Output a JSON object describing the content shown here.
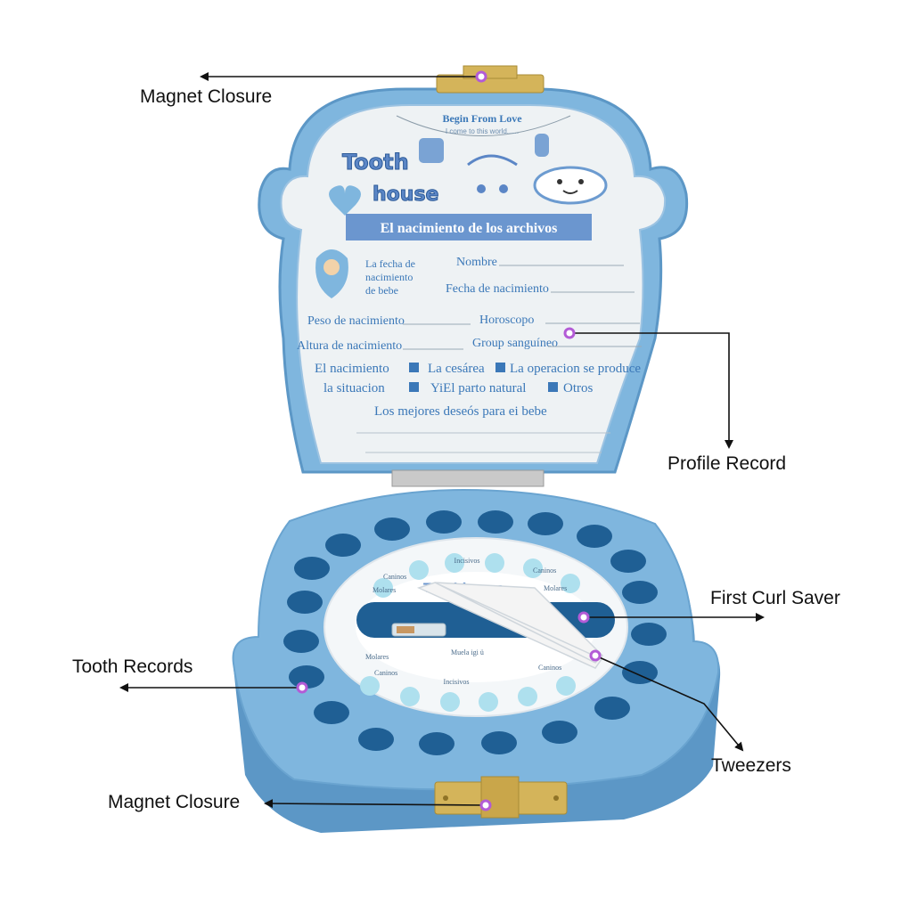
{
  "callouts": {
    "magnet_top": "Magnet Closure",
    "profile_record": "Profile Record",
    "first_curl_saver": "First Curl Saver",
    "tooth_records": "Tooth Records",
    "tweezers": "Tweezers",
    "magnet_bottom": "Magnet Closure"
  },
  "lid_card": {
    "banner_top": "Begin From Love",
    "banner_sub": "I come to this world......",
    "logo_line1": "Tooth",
    "logo_line2": "house",
    "title": "El nacimiento de los archivos",
    "baby_label_1": "La fecha de",
    "baby_label_2": "nacimiento",
    "baby_label_3": "de bebe",
    "nombre": "Nombre",
    "fecha": "Fecha de nacimiento",
    "peso": "Peso de nacimiento",
    "horoscopo": "Horoscopo",
    "altura": "Altura de nacimiento",
    "group": "Group sanguíneo",
    "nacimiento": "El nacimiento",
    "cesarea": "La cesárea",
    "operacion": "La operacion se produce",
    "situacion": "la situacion",
    "parto": "YiEl parto natural",
    "otros": "Otros",
    "deseos": "Los mejores deseós para ei bebe"
  },
  "tray": {
    "incisivos_top": "Incisivos",
    "caninos_tl": "Caninos",
    "caninos_tr": "Caninos",
    "molares_l": "Molares",
    "molares_r": "Molares",
    "molares_bl": "Molares",
    "caninos_bl": "Caninos",
    "caninos_br": "Caninos",
    "incisivos_bottom": "Incisivos",
    "muela": "Muela igi ü",
    "logo": "Toothhouse"
  },
  "colors": {
    "wood_blue": "#7fb6de",
    "wood_blue_dark": "#5c97c6",
    "card_bg": "#eef2f4",
    "text_blue": "#3b78b8",
    "marker": "#b35bd6",
    "brass": "#d4b45a"
  }
}
